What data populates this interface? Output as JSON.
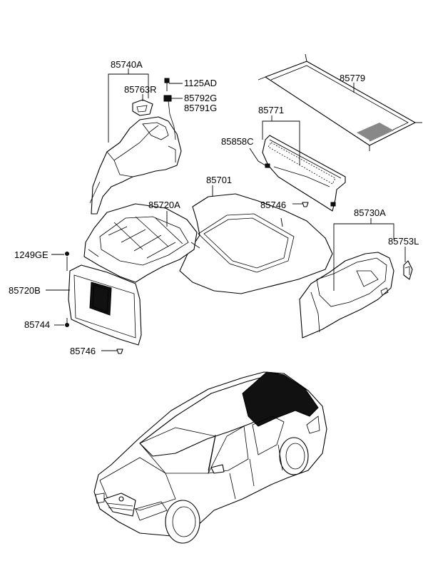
{
  "diagram": {
    "part_labels": {
      "p85740A": "85740A",
      "p1125AD": "1125AD",
      "p85763R": "85763R",
      "p85792G": "85792G",
      "p85791G": "85791G",
      "p85779": "85779",
      "p85771": "85771",
      "p85858C": "85858C",
      "p85701": "85701",
      "p85720A": "85720A",
      "p85746a": "85746",
      "p85730A": "85730A",
      "p85753L": "85753L",
      "p1249GE": "1249GE",
      "p85720B": "85720B",
      "p85744": "85744",
      "p85746b": "85746"
    }
  }
}
